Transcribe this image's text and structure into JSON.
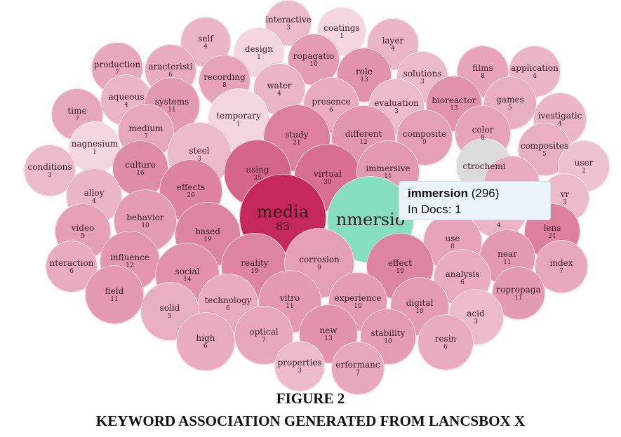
{
  "chart_data": {
    "type": "bubble",
    "title": "",
    "bubbles": [
      {
        "label": "interactive",
        "value": 3
      },
      {
        "label": "coatings",
        "value": 1
      },
      {
        "label": "self",
        "value": 4
      },
      {
        "label": "design",
        "value": 1
      },
      {
        "label": "layer",
        "value": 4
      },
      {
        "label": "production",
        "value": 7
      },
      {
        "label": "aracteristi",
        "value": 6
      },
      {
        "label": "ropagatio",
        "value": 10
      },
      {
        "label": "recording",
        "value": 8
      },
      {
        "label": "role",
        "value": 13
      },
      {
        "label": "solutions",
        "value": 3
      },
      {
        "label": "films",
        "value": 8
      },
      {
        "label": "application",
        "value": 4
      },
      {
        "label": "water",
        "value": 4
      },
      {
        "label": "aqueous",
        "value": 4
      },
      {
        "label": "systems",
        "value": 11
      },
      {
        "label": "presence",
        "value": 6
      },
      {
        "label": "evaluation",
        "value": 3
      },
      {
        "label": "bioreactor",
        "value": 13
      },
      {
        "label": "games",
        "value": 5
      },
      {
        "label": "time",
        "value": 7
      },
      {
        "label": "temporary",
        "value": 1
      },
      {
        "label": "ivestigatic",
        "value": 4
      },
      {
        "label": "medium",
        "value": 7
      },
      {
        "label": "study",
        "value": 21
      },
      {
        "label": "different",
        "value": 12
      },
      {
        "label": "composite",
        "value": 9
      },
      {
        "label": "color",
        "value": 8
      },
      {
        "label": "nagnesium",
        "value": 1
      },
      {
        "label": "steel",
        "value": 3
      },
      {
        "label": "composites",
        "value": 5
      },
      {
        "label": "conditions",
        "value": 3
      },
      {
        "label": "culture",
        "value": 16
      },
      {
        "label": "using",
        "value": 35
      },
      {
        "label": "virtual",
        "value": 30
      },
      {
        "label": "immersive",
        "value": 11
      },
      {
        "label": "ctrochemi",
        "value": null
      },
      {
        "label": "user",
        "value": 2
      },
      {
        "label": "",
        "value": null
      },
      {
        "label": "vr",
        "value": 3
      },
      {
        "label": "alloy",
        "value": 4
      },
      {
        "label": "effects",
        "value": 20
      },
      {
        "label": "media",
        "value": 83
      },
      {
        "label": "nmersio",
        "value": null
      },
      {
        "label": "lens",
        "value": 21
      },
      {
        "label": "",
        "value": 4
      },
      {
        "label": "video",
        "value": 9
      },
      {
        "label": "behavior",
        "value": 10
      },
      {
        "label": "based",
        "value": 19
      },
      {
        "label": "use",
        "value": 8
      },
      {
        "label": "near",
        "value": 11
      },
      {
        "label": "index",
        "value": 7
      },
      {
        "label": "nteraction",
        "value": 6
      },
      {
        "label": "influence",
        "value": 12
      },
      {
        "label": "social",
        "value": 14
      },
      {
        "label": "reality",
        "value": 19
      },
      {
        "label": "corrosion",
        "value": 9
      },
      {
        "label": "effect",
        "value": 19
      },
      {
        "label": "analysis",
        "value": 6
      },
      {
        "label": "ropropaga",
        "value": 11
      },
      {
        "label": "field",
        "value": 11
      },
      {
        "label": "solid",
        "value": 5
      },
      {
        "label": "technology",
        "value": 6
      },
      {
        "label": "vitro",
        "value": 11
      },
      {
        "label": "experience",
        "value": 10
      },
      {
        "label": "digital",
        "value": 10
      },
      {
        "label": "acid",
        "value": 3
      },
      {
        "label": "high",
        "value": 6
      },
      {
        "label": "optical",
        "value": 7
      },
      {
        "label": "new",
        "value": 13
      },
      {
        "label": "stability",
        "value": 10
      },
      {
        "label": "resin",
        "value": 6
      },
      {
        "label": "properties",
        "value": 3
      },
      {
        "label": "erformanc",
        "value": 7
      }
    ],
    "colors": {
      "low": "#f3d6df",
      "high": "#c5285c",
      "selected": "#86dfc0",
      "inactive": "#dcdcdc"
    }
  },
  "tooltip": {
    "term": "immersion",
    "count": "(296)",
    "docs": "In Docs: 1"
  },
  "caption": {
    "line1": "FIGURE 2",
    "line2": "KEYWORD ASSOCIATION GENERATED FROM LANCSBOX X"
  }
}
